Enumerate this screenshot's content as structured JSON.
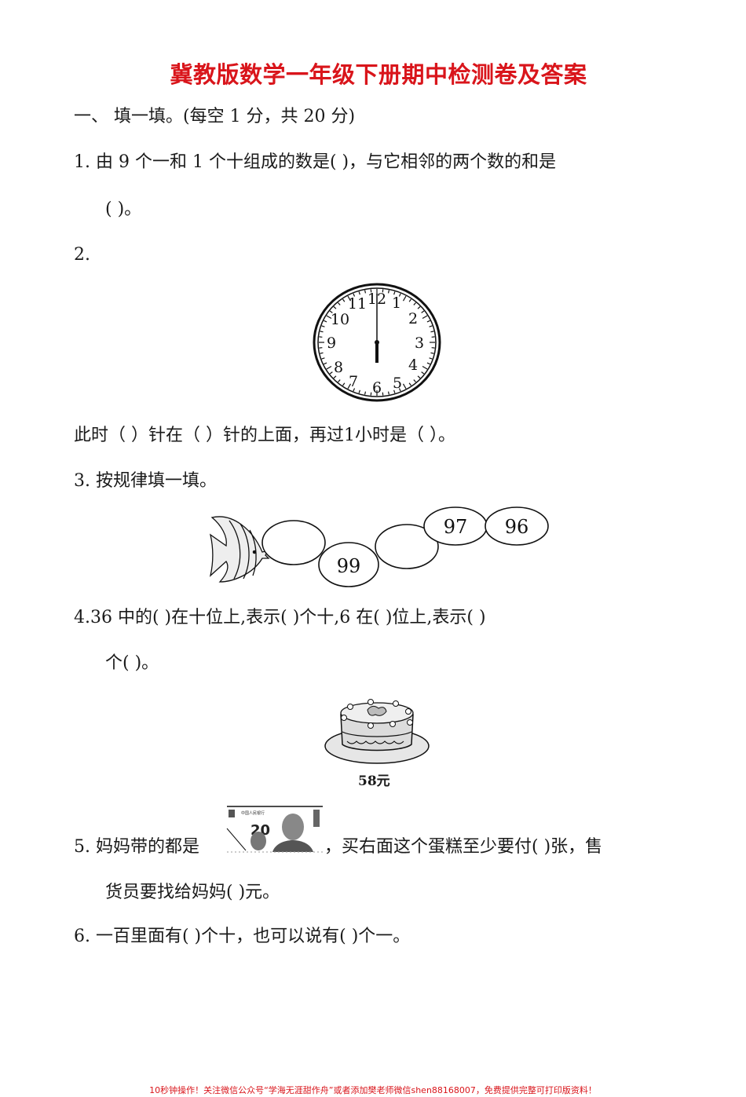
{
  "title": "冀教版数学一年级下册期中检测卷及答案",
  "section1": {
    "heading": "一、  填一填。(每空 1 分，共 20 分)"
  },
  "questions": {
    "q1": {
      "line1": "1.  由 9 个一和 1 个十组成的数是(       )，与它相邻的两个数的和是",
      "line2": "(       )。"
    },
    "q2": {
      "label": "2.",
      "clock": {
        "numbers": [
          "12",
          "1",
          "2",
          "3",
          "4",
          "5",
          "6",
          "7",
          "8",
          "9",
          "10",
          "11"
        ],
        "time": "6:00"
      },
      "text": "此时（       ）针在（       ）针的上面，再过1小时是（       ）。"
    },
    "q3": {
      "text": "3.  按规律填一填。",
      "sequence": [
        "",
        "99",
        "",
        "97",
        "96"
      ]
    },
    "q4": {
      "line1": "4.36 中的(       )在十位上,表示(       )个十,6 在(       )位上,表示(       )",
      "line2": "个(       )。"
    },
    "q5": {
      "cake_price": "58元",
      "banknote_value": "20",
      "line1_before": "5.  妈妈带的都是",
      "line1_after": "，买右面这个蛋糕至少要付(       )张，售",
      "line2": "货员要找给妈妈(       )元。"
    },
    "q6": {
      "text": "6.  一百里面有(       )个十，也可以说有(       )个一。"
    }
  },
  "footer": "10秒钟操作！关注微信公众号“学海无涯甜作舟”或者添加樊老师微信shen88168007，免费提供完整可打印版资料！",
  "colors": {
    "title": "#d9151b",
    "text": "#1a1a1a",
    "footer": "#d9151b"
  }
}
